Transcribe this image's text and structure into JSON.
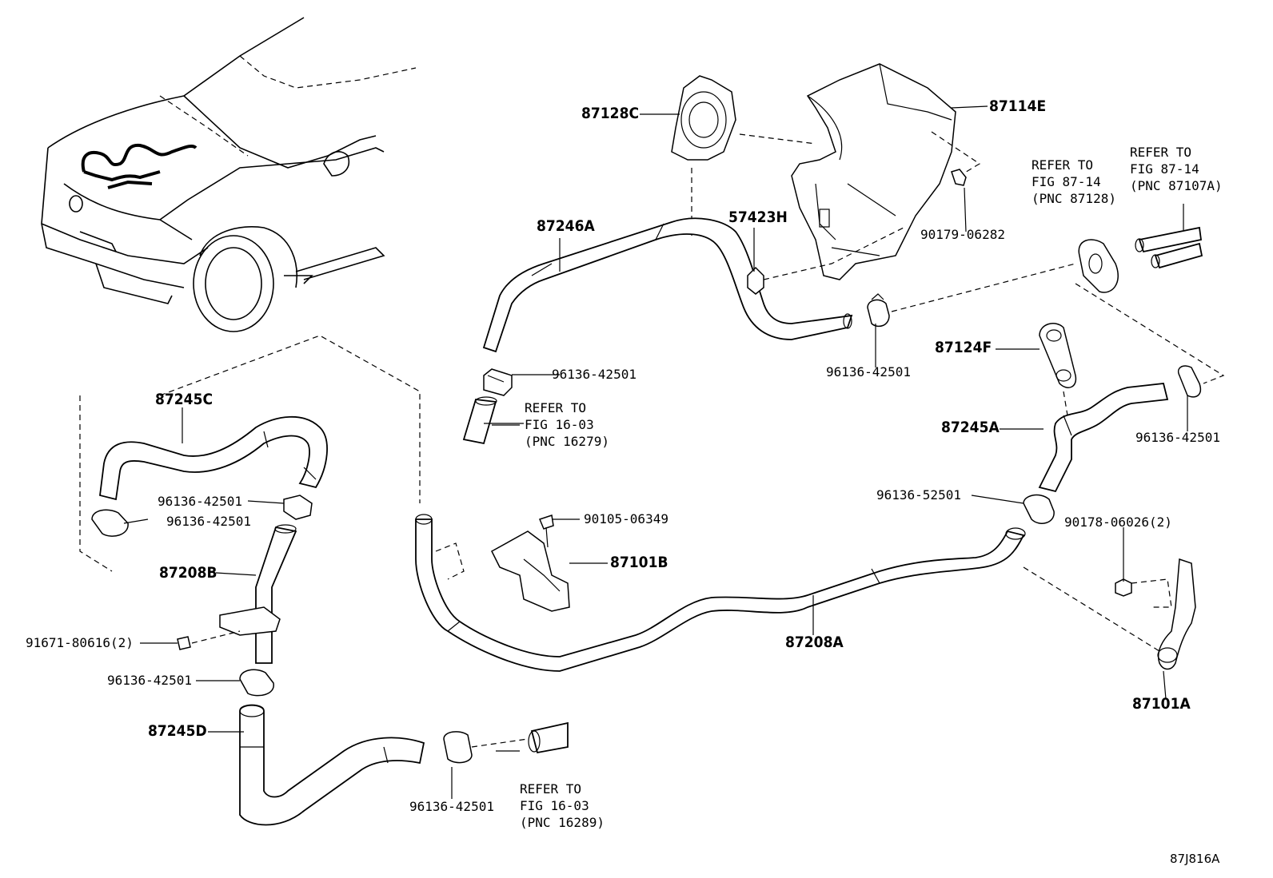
{
  "diagram_code": "87J816A",
  "callouts": {
    "c87128C": "87128C",
    "c87114E": "87114E",
    "c87246A": "87246A",
    "c57423H": "57423H",
    "c90179": "90179-06282",
    "c96136_top": "96136-42501",
    "c96136_mid": "96136-42501",
    "c87124F": "87124F",
    "c87245A": "87245A",
    "c96136_right": "96136-42501",
    "c96136_52501": "96136-52501",
    "c90178": "90178-06026(2)",
    "c87101A": "87101A",
    "c87245C": "87245C",
    "c96136_a": "96136-42501",
    "c96136_b": "96136-42501",
    "c87208B": "87208B",
    "c91671": "91671-80616(2)",
    "c96136_c": "96136-42501",
    "c87245D": "87245D",
    "c96136_d": "96136-42501",
    "c90105": "90105-06349",
    "c87101B": "87101B",
    "c87208A": "87208A"
  },
  "refs": {
    "ref_16279": "REFER TO\nFIG 16-03\n(PNC 16279)",
    "ref_16289": "REFER TO\nFIG 16-03\n(PNC 16289)",
    "ref_87128": "REFER TO\nFIG 87-14\n(PNC 87128)",
    "ref_87107A": "REFER TO\nFIG 87-14\n(PNC 87107A)"
  }
}
